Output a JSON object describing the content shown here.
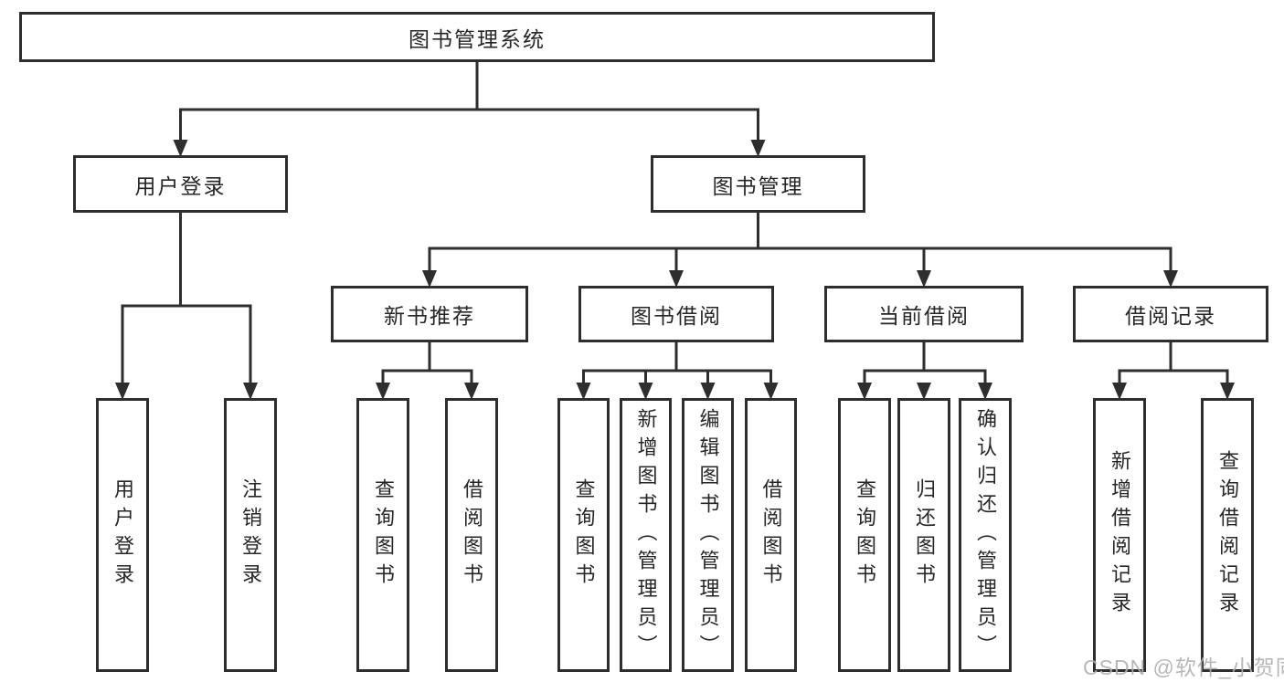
{
  "diagram": {
    "root": {
      "label": "图书管理系统"
    },
    "level2": [
      {
        "label": "用户登录",
        "children": [
          {
            "label": "用户登录"
          },
          {
            "label": "注销登录"
          }
        ]
      },
      {
        "label": "图书管理"
      }
    ],
    "level3": [
      {
        "label": "新书推荐",
        "children": [
          {
            "label": "查询图书"
          },
          {
            "label": "借阅图书"
          }
        ]
      },
      {
        "label": "图书借阅",
        "children": [
          {
            "label": "查询图书"
          },
          {
            "label": "新增图书（管理员）"
          },
          {
            "label": "编辑图书（管理员）"
          },
          {
            "label": "借阅图书"
          }
        ]
      },
      {
        "label": "当前借阅",
        "children": [
          {
            "label": "查询图书"
          },
          {
            "label": "归还图书"
          },
          {
            "label": "确认归还（管理员）"
          }
        ]
      },
      {
        "label": "借阅记录",
        "children": [
          {
            "label": "新增借阅记录"
          },
          {
            "label": "查询借阅记录"
          }
        ]
      }
    ]
  },
  "watermark": {
    "text": "CSDN @软件_小贺同学"
  },
  "colors": {
    "line": "#2e2e2e",
    "text": "#262626",
    "background": "#ffffff",
    "watermark": "#afafaf"
  }
}
